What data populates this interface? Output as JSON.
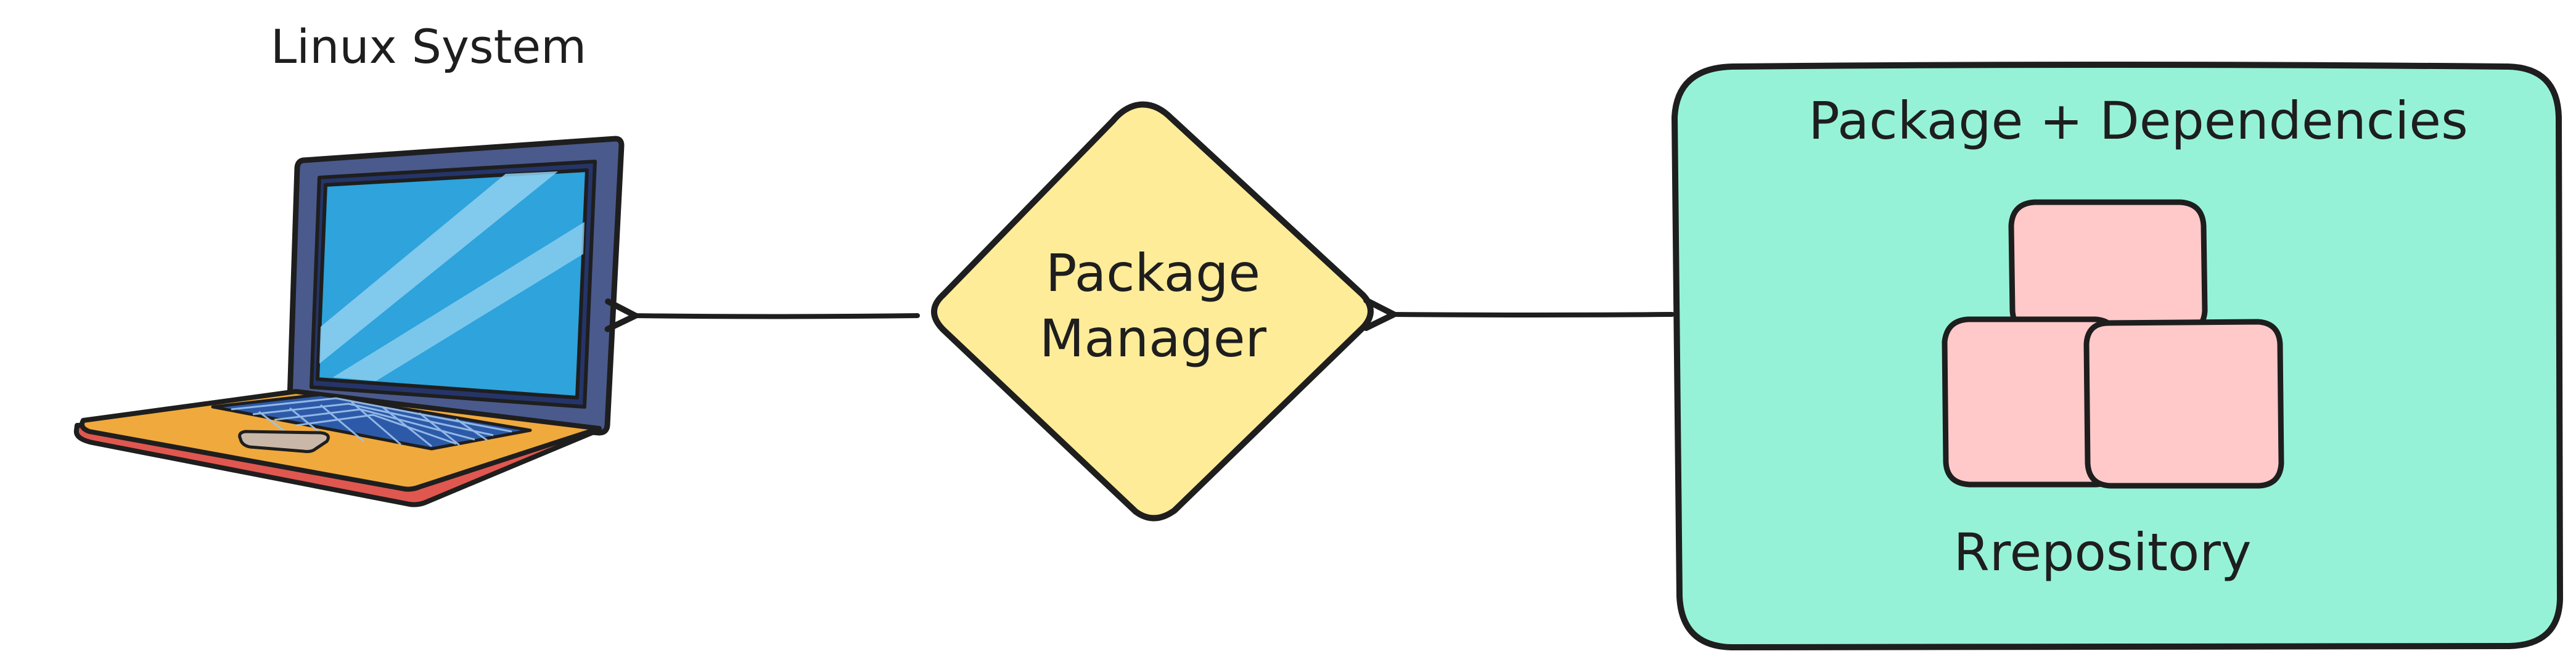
{
  "nodes": {
    "linux_system": {
      "label": "Linux System"
    },
    "package_manager": {
      "label_line1": "Package",
      "label_line2": "Manager"
    },
    "repository": {
      "title": "Package + Dependencies",
      "label": "Rrepository"
    }
  },
  "edges": [
    {
      "from": "repository",
      "to": "package_manager"
    },
    {
      "from": "package_manager",
      "to": "linux_system"
    }
  ],
  "colors": {
    "stroke": "#1e1e1e",
    "repository_fill": "#96f2d7",
    "package_manager_fill": "#ffec99",
    "package_box_fill": "#ffc9c9",
    "laptop_body": "#4a5a8c",
    "laptop_screen": "#2ea3dc",
    "laptop_keyboard_base": "#f0a93c",
    "laptop_edge": "#e0574f"
  }
}
